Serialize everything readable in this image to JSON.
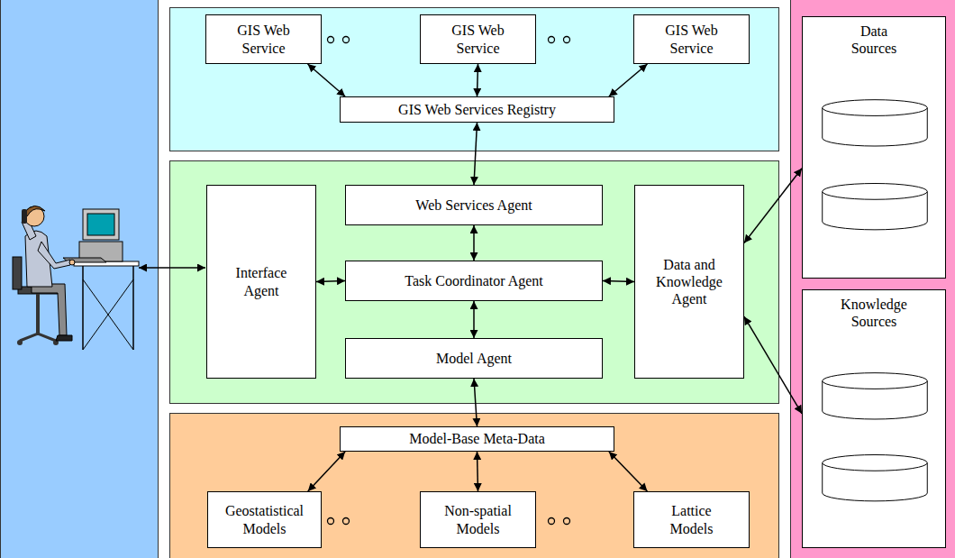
{
  "diagram": {
    "nodes": [
      {
        "text": [
          "GIS Web Service"
        ]
      },
      {
        "text": [
          "GIS Web Service"
        ]
      },
      {
        "text": [
          "GIS Web Service"
        ]
      },
      {
        "text": [
          "GIS Web Services Registry"
        ]
      },
      {
        "text": [
          "Interface Agent"
        ]
      },
      {
        "text": [
          "Web Services Agent"
        ]
      },
      {
        "text": [
          "Task Coordinator Agent"
        ]
      },
      {
        "text": [
          "Data and Knowledge Agent"
        ]
      },
      {
        "text": [
          "Model Agent"
        ]
      },
      {
        "text": [
          "Model-Base Meta-Data"
        ]
      },
      {
        "text": [
          "Geostatistical Models"
        ]
      },
      {
        "text": [
          "Non-spatial Models"
        ]
      },
      {
        "text": [
          "Lattice Models"
        ]
      },
      {
        "text": [
          "Data Sources"
        ]
      },
      {
        "text": [
          "Knowledge Sources"
        ]
      }
    ],
    "edges": [
      {
        "from": 3,
        "to": 0,
        "arrow": "both"
      },
      {
        "from": 3,
        "to": 1,
        "arrow": "both"
      },
      {
        "from": 3,
        "to": 2,
        "arrow": "both"
      },
      {
        "from": 3,
        "to": 5,
        "arrow": "both"
      },
      {
        "from": 5,
        "to": 6,
        "arrow": "both"
      },
      {
        "from": 6,
        "to": 8,
        "arrow": "both"
      },
      {
        "from": 4,
        "to": 6,
        "arrow": "both"
      },
      {
        "from": 6,
        "to": 7,
        "arrow": "both"
      },
      {
        "from": 8,
        "to": 9,
        "arrow": "both"
      },
      {
        "from": 9,
        "to": 10,
        "arrow": "both"
      },
      {
        "from": 9,
        "to": 11,
        "arrow": "both"
      },
      {
        "from": 9,
        "to": 12,
        "arrow": "both"
      },
      {
        "from": 7,
        "to": 13,
        "arrow": "both"
      },
      {
        "from": 7,
        "to": 14,
        "arrow": "both"
      }
    ]
  }
}
